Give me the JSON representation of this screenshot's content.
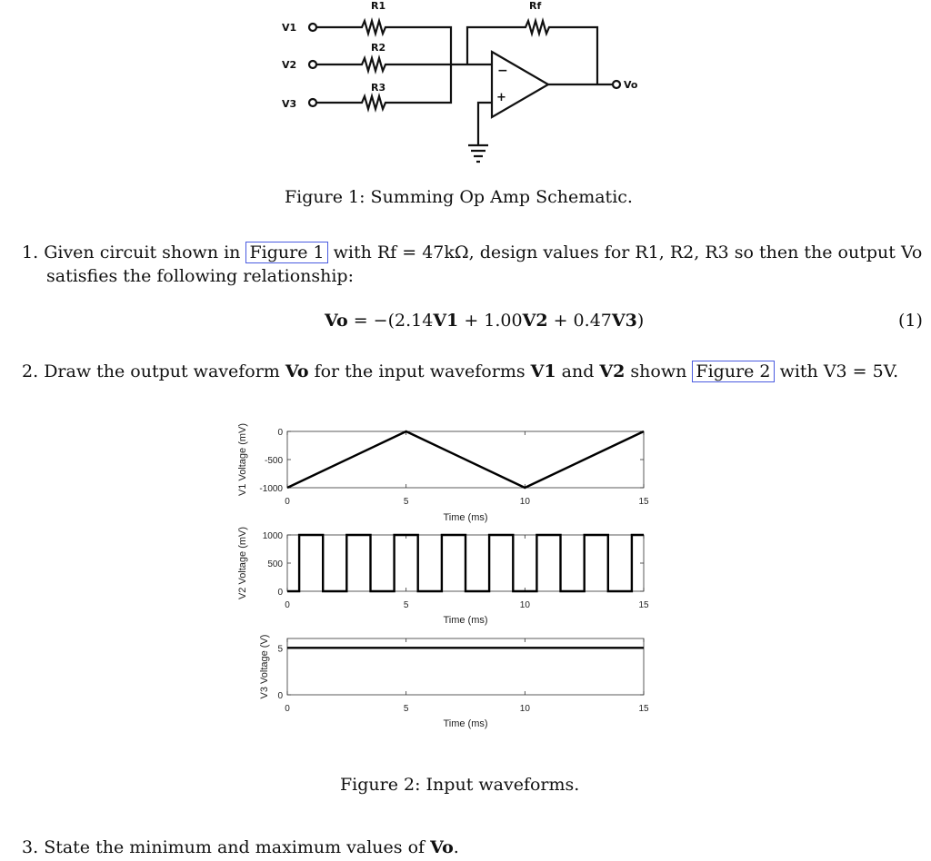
{
  "schematic": {
    "labels": {
      "v1": "V1",
      "v2": "V2",
      "v3": "V3",
      "r1": "R1",
      "r2": "R2",
      "r3": "R3",
      "rf": "Rf",
      "vo": "Vo",
      "minus": "−",
      "plus": "+"
    }
  },
  "figure1_caption": "Figure 1:  Summing Op Amp Schematic.",
  "q1": {
    "number": "1.",
    "text_before": "Given circuit shown in ",
    "link": "Figure 1",
    "text_after": " with Rf = 47kΩ, design values for R1, R2, R3 so then the output Vo",
    "line2": "satisfies the following relationship:"
  },
  "equation": {
    "lhs": "Vo",
    "rhs_start": " = −(2.14",
    "v1": "V1",
    "mid1": " + 1.00",
    "v2": "V2",
    "mid2": " + 0.47",
    "v3": "V3",
    "end": ")",
    "number": "(1)"
  },
  "q2": {
    "number": "2.",
    "t1": "Draw the output waveform ",
    "vo": "Vo",
    "t2": " for the input waveforms ",
    "v1": "V1",
    "t3": " and ",
    "v2": "V2",
    "t4": " shown ",
    "link": "Figure 2",
    "t5": " with V3 = 5V."
  },
  "chart_data": [
    {
      "type": "line",
      "ylabel": "V1 Voltage (mV)",
      "xlabel": "Time (ms)",
      "xlim": [
        0,
        15
      ],
      "ylim": [
        -1000,
        0
      ],
      "xticks": [
        "0",
        "5",
        "10",
        "15"
      ],
      "yticks": [
        "0",
        "-500",
        "-1000"
      ],
      "x": [
        0,
        5,
        10,
        15
      ],
      "y": [
        -1000,
        0,
        -1000,
        0
      ]
    },
    {
      "type": "line",
      "ylabel": "V2 Voltage (mV)",
      "xlabel": "Time (ms)",
      "xlim": [
        0,
        15
      ],
      "ylim": [
        0,
        1000
      ],
      "xticks": [
        "0",
        "5",
        "10",
        "15"
      ],
      "yticks": [
        "1000",
        "500",
        "0"
      ],
      "x": [
        0,
        0.5,
        0.5,
        1.5,
        1.5,
        2.5,
        2.5,
        3.5,
        3.5,
        4.5,
        4.5,
        5.5,
        5.5,
        6.5,
        6.5,
        7.5,
        7.5,
        8.5,
        8.5,
        9.5,
        9.5,
        10.5,
        10.5,
        11.5,
        11.5,
        12.5,
        12.5,
        13.5,
        13.5,
        14.5,
        14.5,
        15
      ],
      "y": [
        0,
        0,
        1000,
        1000,
        0,
        0,
        1000,
        1000,
        0,
        0,
        1000,
        1000,
        0,
        0,
        1000,
        1000,
        0,
        0,
        1000,
        1000,
        0,
        0,
        1000,
        1000,
        0,
        0,
        1000,
        1000,
        0,
        0,
        1000,
        1000
      ]
    },
    {
      "type": "line",
      "ylabel": "V3 Voltage (V)",
      "xlabel": "Time (ms)",
      "xlim": [
        0,
        15
      ],
      "ylim": [
        0,
        6
      ],
      "xticks": [
        "0",
        "5",
        "10",
        "15"
      ],
      "yticks": [
        "5",
        "0"
      ],
      "x": [
        0,
        15
      ],
      "y": [
        5,
        5
      ]
    }
  ],
  "figure2_caption": "Figure 2:  Input waveforms.",
  "q3": {
    "number": "3.",
    "text": "State the minimum and maximum values of ",
    "vo": "Vo",
    "end": "."
  }
}
